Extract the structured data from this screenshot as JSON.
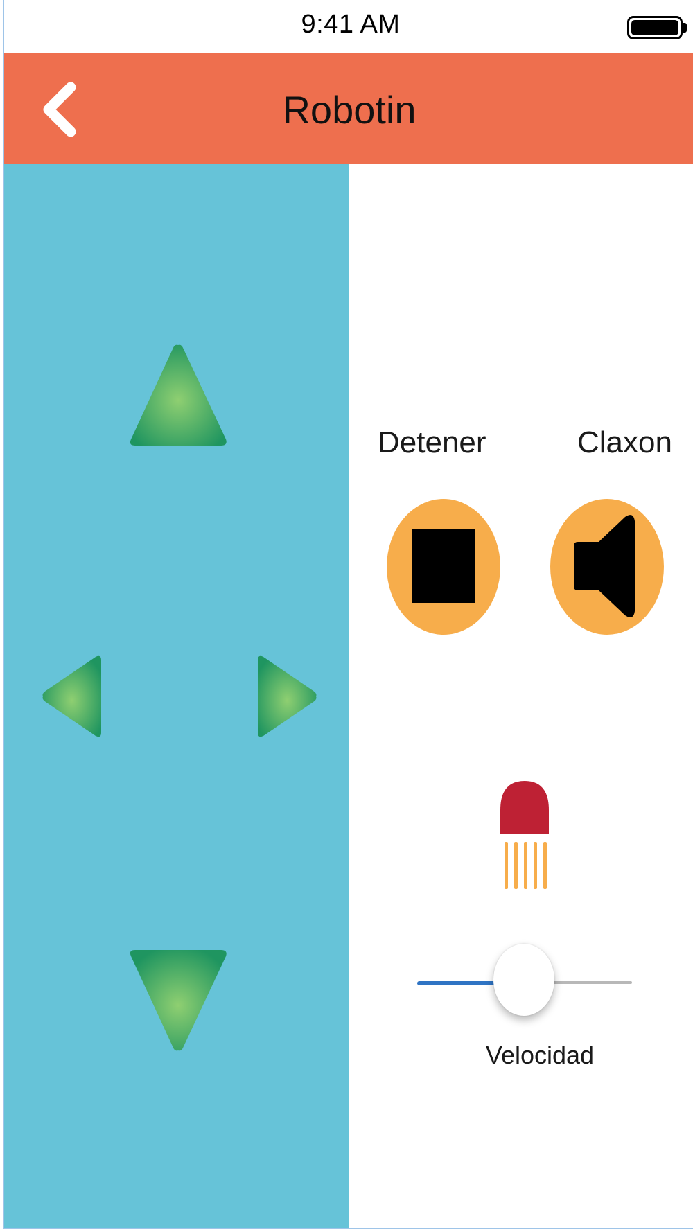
{
  "status_bar": {
    "time": "9:41 AM"
  },
  "nav": {
    "title": "Robotin",
    "back_icon": "chevron-left-icon"
  },
  "dpad": {
    "up_icon": "arrow-up-icon",
    "left_icon": "arrow-left-icon",
    "right_icon": "arrow-right-icon",
    "down_icon": "arrow-down-icon"
  },
  "controls": {
    "stop_label": "Detener",
    "stop_icon": "stop-icon",
    "horn_label": "Claxon",
    "horn_icon": "speaker-icon",
    "light_icon": "light-beacon-icon",
    "speed_label": "Velocidad",
    "speed_value": 0.48
  },
  "colors": {
    "nav_bar": "#ee6f4e",
    "dpad_panel": "#66c3d8",
    "arrow_dark": "#1f9560",
    "arrow_light": "#8fcf71",
    "round_button": "#f7ad4b",
    "beacon": "#be2134",
    "beacon_lines": "#f7ad4b",
    "slider_active": "#2f74c4",
    "slider_inactive": "#b8b8b8"
  }
}
